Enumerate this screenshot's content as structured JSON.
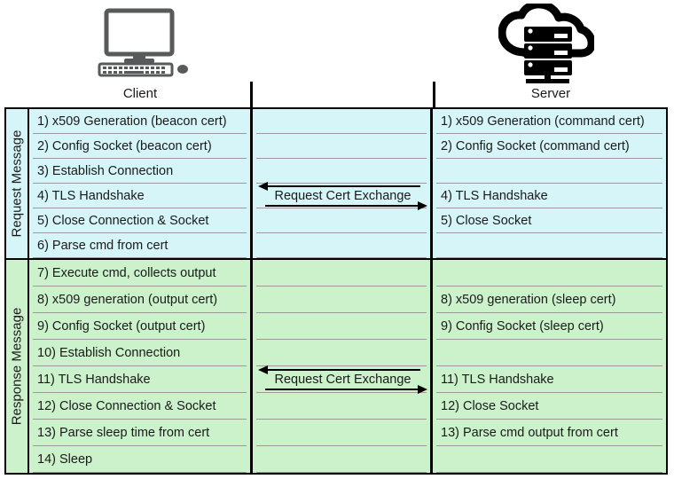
{
  "icons": {
    "client": "desktop-computer-icon",
    "server": "cloud-server-icon"
  },
  "headers": {
    "client": "Client",
    "server": "Server"
  },
  "sections": [
    {
      "key": "request",
      "label": "Request Message",
      "color": "#d5f5f8",
      "exchange_label": "Request Cert Exchange",
      "exchange_row_index": 3,
      "rows": [
        {
          "client": "1) x509 Generation (beacon cert)",
          "server": "1) x509 Generation (command cert)"
        },
        {
          "client": "2) Config Socket (beacon cert)",
          "server": "2) Config Socket (command cert)"
        },
        {
          "client": "3) Establish Connection",
          "server": ""
        },
        {
          "client": "4) TLS Handshake",
          "server": "4) TLS Handshake"
        },
        {
          "client": "5) Close Connection & Socket",
          "server": "5) Close Socket"
        },
        {
          "client": "6) Parse cmd from cert",
          "server": ""
        }
      ]
    },
    {
      "key": "response",
      "label": "Response Message",
      "color": "#ccf2cc",
      "exchange_label": "Request Cert Exchange",
      "exchange_row_index": 4,
      "rows": [
        {
          "client": "7) Execute cmd, collects output",
          "server": ""
        },
        {
          "client": "8) x509 generation (output cert)",
          "server": "8) x509 generation (sleep cert)"
        },
        {
          "client": "9) Config Socket (output cert)",
          "server": "9) Config Socket (sleep cert)"
        },
        {
          "client": "10) Establish Connection",
          "server": ""
        },
        {
          "client": "11) TLS Handshake",
          "server": "11) TLS Handshake"
        },
        {
          "client": "12) Close Connection & Socket",
          "server": "12) Close Socket"
        },
        {
          "client": "13) Parse sleep time from cert",
          "server": "13) Parse cmd output from cert"
        },
        {
          "client": "14) Sleep",
          "server": ""
        }
      ]
    }
  ]
}
